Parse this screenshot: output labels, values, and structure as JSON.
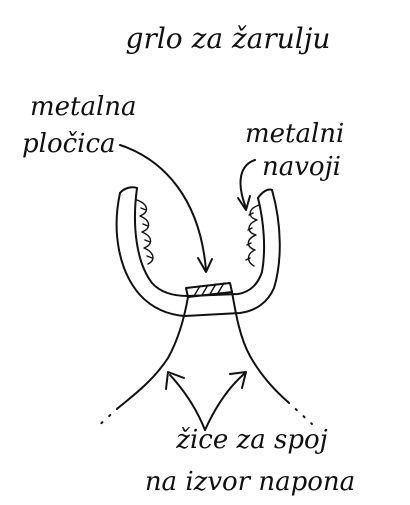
{
  "diagram": {
    "title": "grlo za žarulju",
    "labels": {
      "plate_line1": "metalna",
      "plate_line2": "pločica",
      "thread_line1": "metalni",
      "thread_line2": "navoji",
      "wires_line1": "žice za spoj",
      "wires_line2": "na izvor napona"
    }
  }
}
